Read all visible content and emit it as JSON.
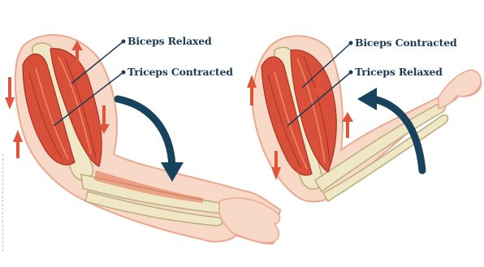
{
  "labels": {
    "left_top": "Biceps Relaxed",
    "left_bottom": "Triceps Contracted",
    "right_top": "Biceps Contracted",
    "right_bottom": "Triceps Relaxed"
  },
  "colors": {
    "skin": "#f8d9c7",
    "skin_outline": "#e9a98f",
    "muscle": "#d9503a",
    "muscle_dark": "#a83225",
    "muscle_light": "#ef8a6a",
    "bone": "#efe7c6",
    "bone_outline": "#b9ad7a",
    "rotation_arrow": "#17435c",
    "motion_arrow": "#e0553a",
    "label_text": "#1d3a55"
  },
  "icons": {
    "left_rotation": "curved-arrow-down-icon",
    "right_rotation": "curved-arrow-up-icon"
  }
}
